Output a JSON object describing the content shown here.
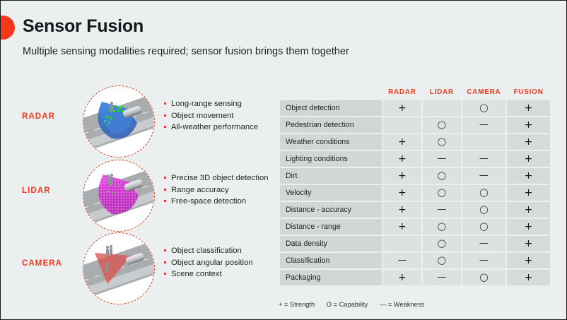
{
  "slide": {
    "title": "Sensor Fusion",
    "subtitle": "Multiple sensing modalities required; sensor fusion brings them together",
    "accent_color": "#f4381a",
    "background_color": "#eceff0"
  },
  "sensors": [
    {
      "name": "RADAR",
      "thumb_icon": "radar-cone-thumbnail",
      "cone_color": "#2f6fd0",
      "bullets": [
        "Long-range sensing",
        "Object movement",
        "All-weather performance"
      ]
    },
    {
      "name": "LIDAR",
      "thumb_icon": "lidar-pointcloud-thumbnail",
      "cone_color": "#d41ed4",
      "bullets": [
        "Precise 3D object detection",
        "Range accuracy",
        "Free-space detection"
      ]
    },
    {
      "name": "CAMERA",
      "thumb_icon": "camera-fov-thumbnail",
      "cone_color": "#d9534f",
      "bullets": [
        "Object classification",
        "Object angular position",
        "Scene context"
      ]
    }
  ],
  "matrix": {
    "row_header": "",
    "columns": [
      "RADAR",
      "LIDAR",
      "CAMERA",
      "FUSION"
    ],
    "rows": [
      {
        "label": "Object detection",
        "cells": [
          "+",
          "",
          "O",
          "+"
        ]
      },
      {
        "label": "Pedestrian detection",
        "cells": [
          "",
          "O",
          "—",
          "+"
        ]
      },
      {
        "label": "Weather conditions",
        "cells": [
          "+",
          "O",
          "",
          "+"
        ]
      },
      {
        "label": "Lighting conditions",
        "cells": [
          "+",
          "—",
          "—",
          "+"
        ]
      },
      {
        "label": "Dirt",
        "cells": [
          "+",
          "O",
          "—",
          "+"
        ]
      },
      {
        "label": "Velocity",
        "cells": [
          "+",
          "O",
          "O",
          "+"
        ]
      },
      {
        "label": "Distance - accuracy",
        "cells": [
          "+",
          "—",
          "O",
          "+"
        ]
      },
      {
        "label": "Distance - range",
        "cells": [
          "+",
          "O",
          "O",
          "+"
        ]
      },
      {
        "label": "Data density",
        "cells": [
          "",
          "O",
          "—",
          "+"
        ]
      },
      {
        "label": "Classification",
        "cells": [
          "—",
          "O",
          "—",
          "+"
        ]
      },
      {
        "label": "Packaging",
        "cells": [
          "+",
          "—",
          "O",
          "+"
        ]
      }
    ],
    "legend": [
      "+ = Strength",
      "O = Capability",
      "— = Weakness"
    ]
  }
}
